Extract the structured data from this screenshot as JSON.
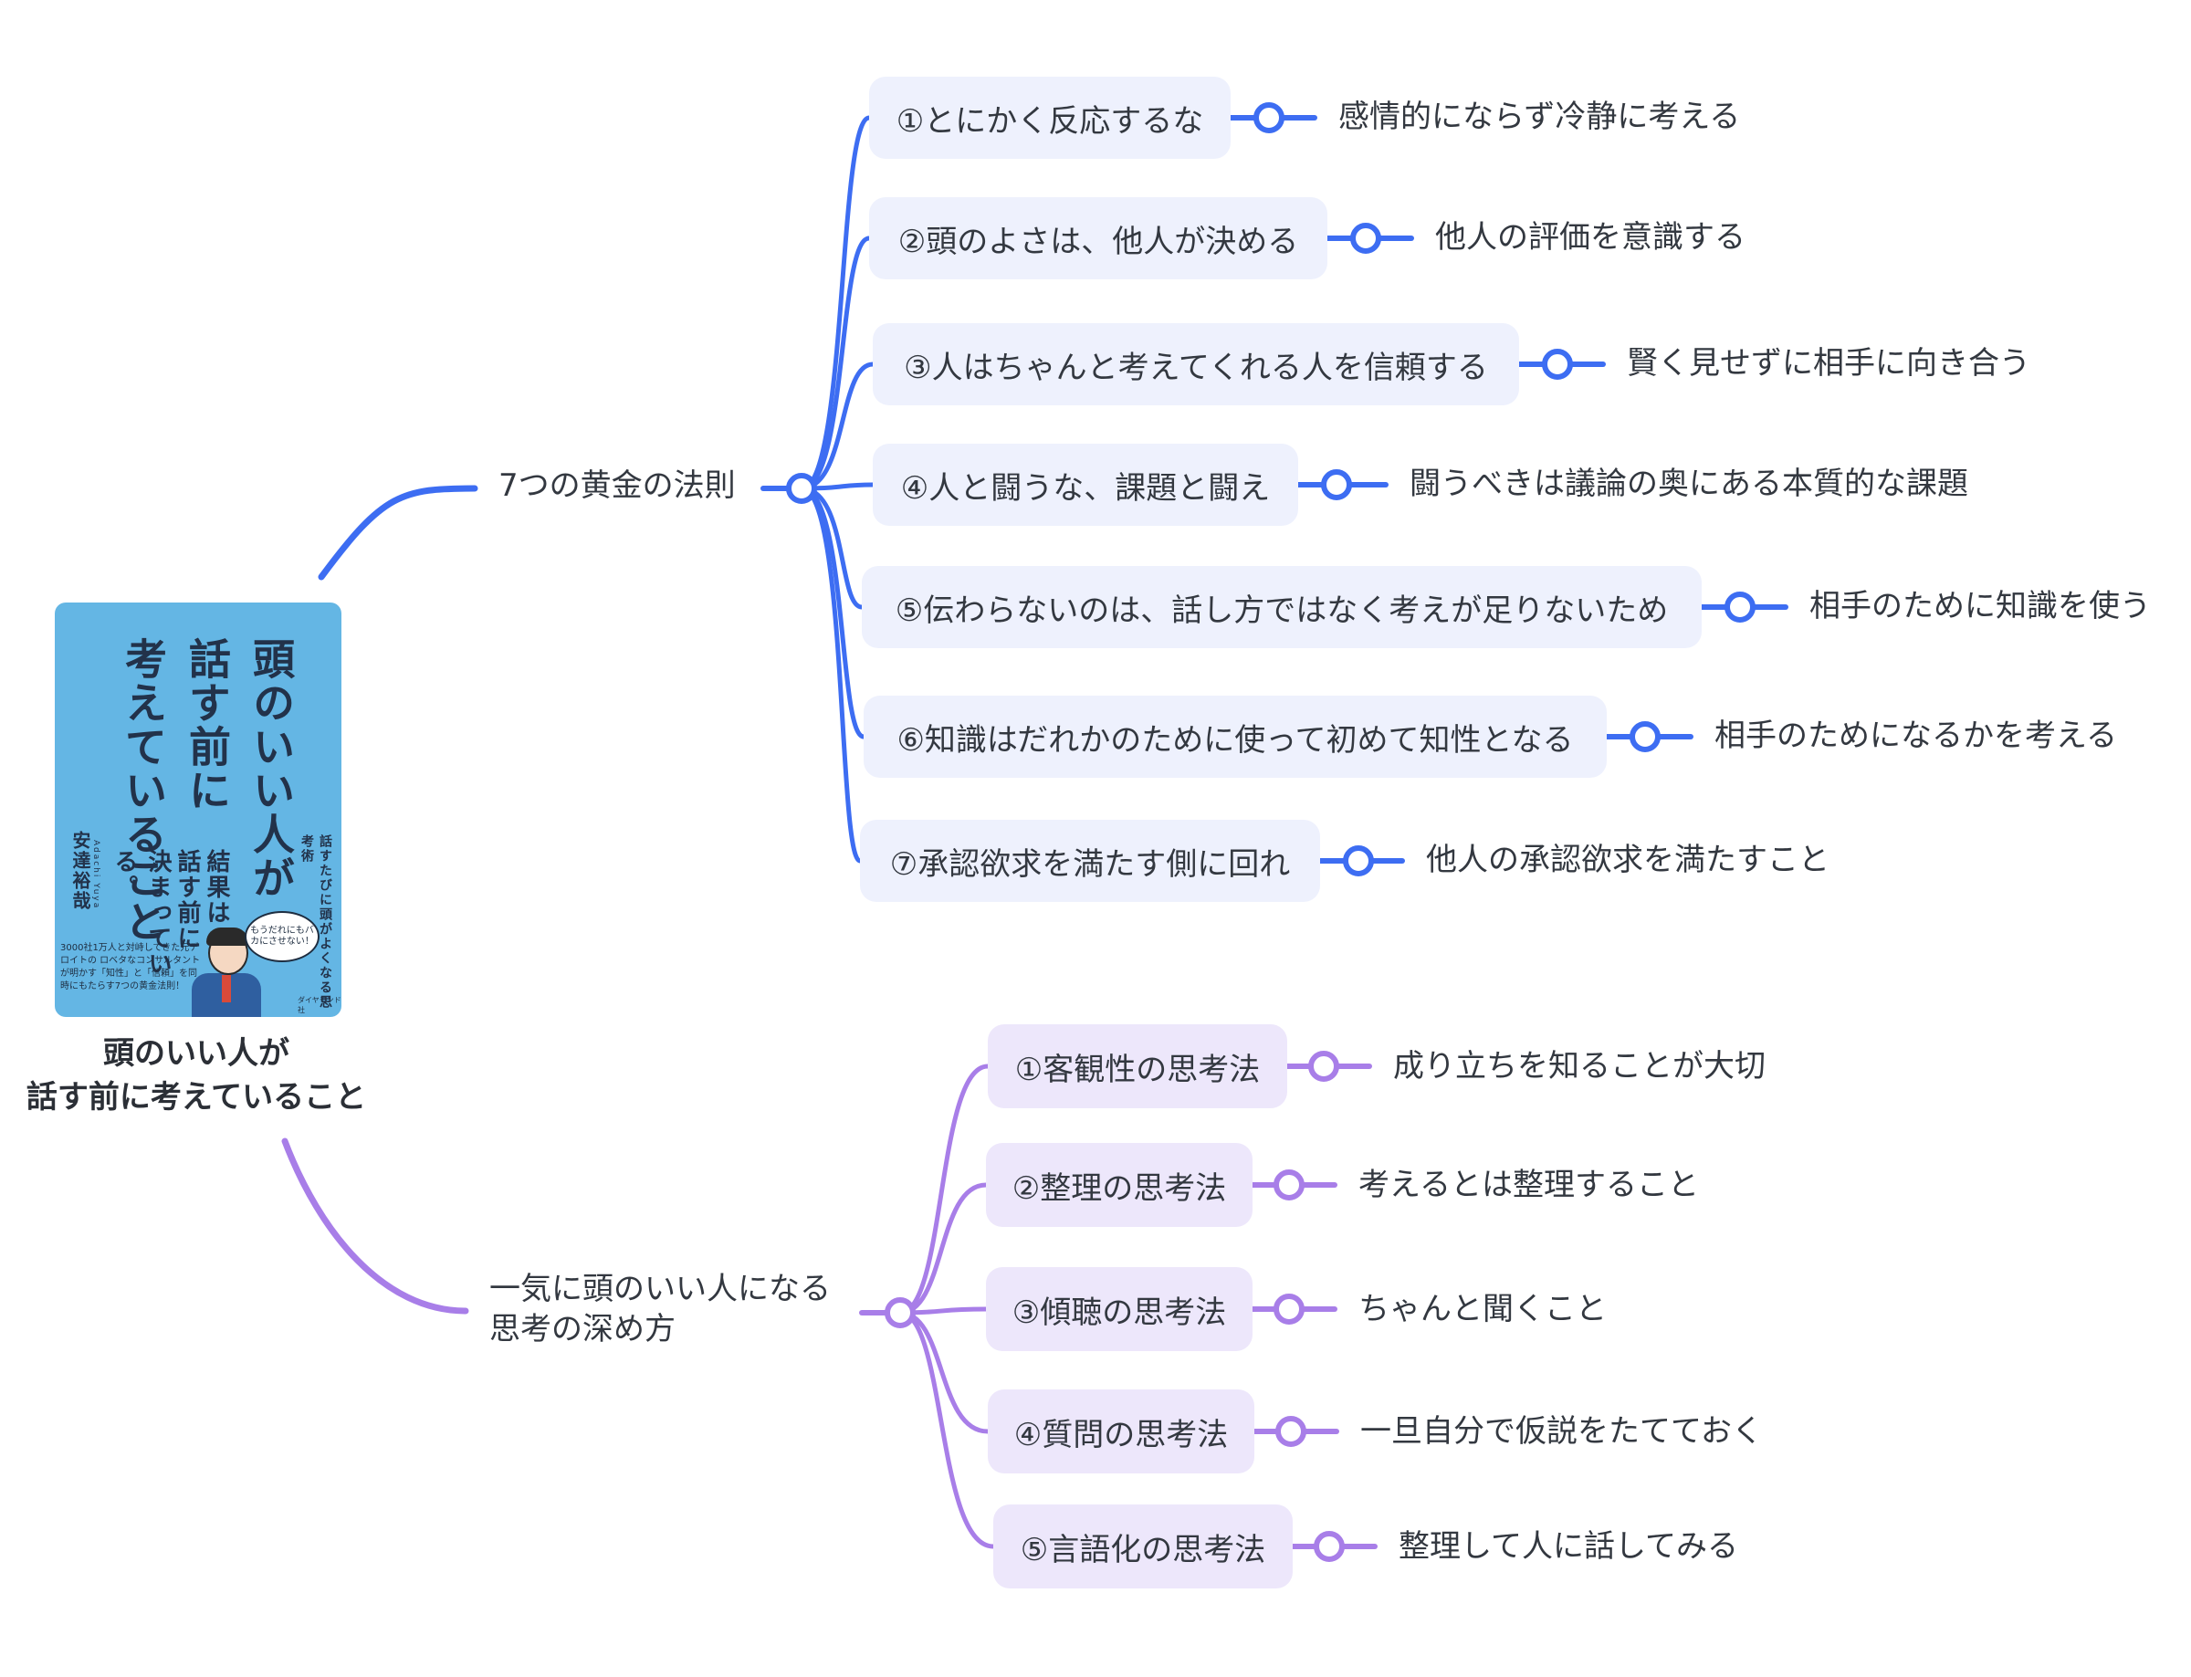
{
  "root": {
    "title_line1": "頭のいい人が",
    "title_line2": "話す前に考えていること",
    "book_cover": {
      "title_col1": "頭のいい人が",
      "title_col2": "話す前に",
      "title_col3": "考えていること",
      "subtitle_col1": "結果は",
      "subtitle_col2": "話す前に",
      "subtitle_col3": "決まっている。",
      "side_text": "話すたびに頭がよくなる思考術",
      "author": "安達裕哉",
      "author_roman": "Adachi Yuya",
      "bubble": "もうだれにもバカにさせない！",
      "tagline": "3000社1万人と対峙してきた元デロイトの ロベタなコンサルタント が明かす「知性」と「信頼」を同時にもたらす7つの黄金法則！",
      "publisher": "ダイヤモンド社",
      "color": "#64b6e4"
    }
  },
  "branches": [
    {
      "label": "7つの黄金の法則",
      "color": "#3d6df2",
      "node_bg": "#eef1fd",
      "items": [
        {
          "label": "①とにかく反応するな",
          "note": "感情的にならず冷静に考える"
        },
        {
          "label": "②頭のよさは、他人が決める",
          "note": "他人の評価を意識する"
        },
        {
          "label": "③人はちゃんと考えてくれる人を信頼する",
          "note": "賢く見せずに相手に向き合う"
        },
        {
          "label": "④人と闘うな、課題と闘え",
          "note": "闘うべきは議論の奥にある本質的な課題"
        },
        {
          "label": "⑤伝わらないのは、話し方ではなく考えが足りないため",
          "note": "相手のために知識を使う"
        },
        {
          "label": "⑥知識はだれかのために使って初めて知性となる",
          "note": "相手のためになるかを考える"
        },
        {
          "label": "⑦承認欲求を満たす側に回れ",
          "note": "他人の承認欲求を満たすこと"
        }
      ]
    },
    {
      "label_line1": "一気に頭のいい人になる",
      "label_line2": "思考の深め方",
      "color": "#a87ee8",
      "node_bg": "#ede7fb",
      "items": [
        {
          "label": "①客観性の思考法",
          "note": "成り立ちを知ることが大切"
        },
        {
          "label": "②整理の思考法",
          "note": "考えるとは整理すること"
        },
        {
          "label": "③傾聴の思考法",
          "note": "ちゃんと聞くこと"
        },
        {
          "label": "④質問の思考法",
          "note": "一旦自分で仮説をたてておく"
        },
        {
          "label": "⑤言語化の思考法",
          "note": "整理して人に話してみる"
        }
      ]
    }
  ]
}
